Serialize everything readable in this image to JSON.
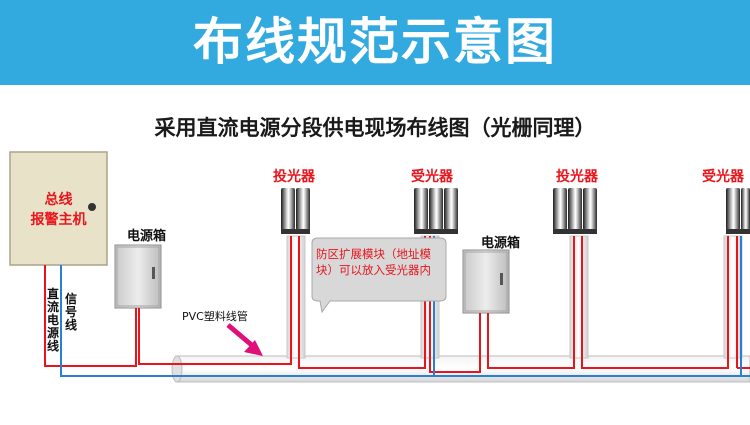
{
  "banner": {
    "title": "布线规范示意图"
  },
  "subtitle": "采用直流电源分段供电现场布线图（光栅同理）",
  "main_panel": {
    "line1": "总线",
    "line2": "报警主机"
  },
  "labels": {
    "power_box_1": "电源箱",
    "power_box_2": "电源箱",
    "dc_wire": "直流电源线",
    "signal_wire": "信号线",
    "pvc_pipe": "PVC塑料线管",
    "transmitter_1": "投光器",
    "receiver_1": "受光器",
    "transmitter_2": "投光器",
    "receiver_2": "受光器"
  },
  "callout": {
    "text": "防区扩展模块（地址模块）可以放入受光器内"
  },
  "colors": {
    "banner": "#33aadf",
    "accent_red": "#e8151c",
    "signal_blue": "#2a7fd0",
    "panel_fill": "#e8e2c8",
    "callout_fill": "#d8d8d8",
    "arrow": "#e0107a"
  }
}
